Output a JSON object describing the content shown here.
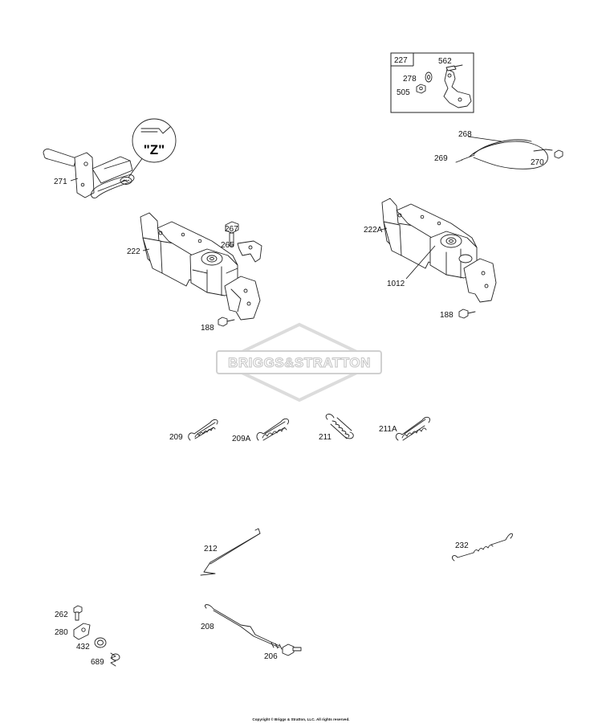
{
  "diagram": {
    "labels": {
      "p227": "227",
      "p562": "562",
      "p278": "278",
      "p505": "505",
      "p268": "268",
      "p269": "269",
      "p270": "270",
      "p271": "271",
      "pZ": "\"Z\"",
      "p267": "267",
      "p265": "265",
      "p222": "222",
      "p188a": "188",
      "p222A": "222A",
      "p1012": "1012",
      "p188b": "188",
      "p209": "209",
      "p209A": "209A",
      "p211": "211",
      "p211A": "211A",
      "p212": "212",
      "p232": "232",
      "p262": "262",
      "p280": "280",
      "p432": "432",
      "p689": "689",
      "p208": "208",
      "p206": "206"
    },
    "watermark": "BRIGGS&STRATTON",
    "copyright": "Copyright © Briggs & Stratton, LLC. All rights reserved."
  }
}
